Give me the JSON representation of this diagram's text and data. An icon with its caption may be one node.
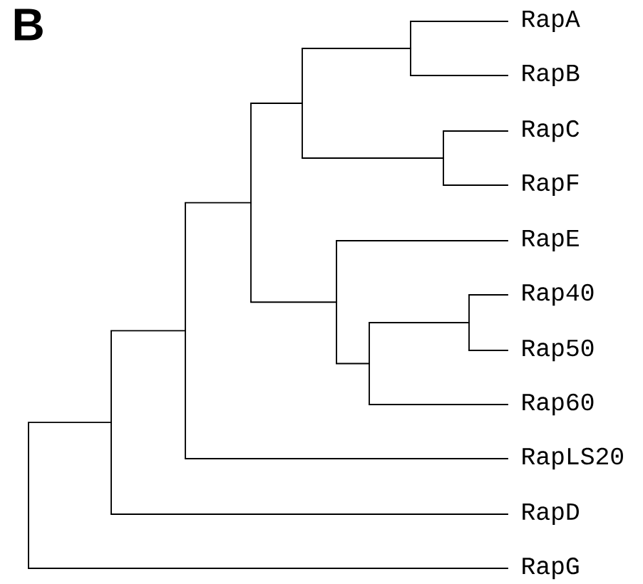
{
  "diagram": {
    "nodes": [
      {
        "text": [
          "RapA"
        ]
      },
      {
        "text": [
          "RapB"
        ]
      },
      {
        "text": [
          "RapC"
        ]
      },
      {
        "text": [
          "RapF"
        ]
      },
      {
        "text": [
          "RapE"
        ]
      },
      {
        "text": [
          "Rap40"
        ]
      },
      {
        "text": [
          "Rap50"
        ]
      },
      {
        "text": [
          "Rap60"
        ]
      },
      {
        "text": [
          "RapLS20"
        ]
      },
      {
        "text": [
          "RapD"
        ]
      },
      {
        "text": [
          "RapG"
        ]
      },
      {
        "text": [],
        "shape": "bar"
      },
      {
        "text": [],
        "shape": "bar"
      },
      {
        "text": [],
        "shape": "bar"
      },
      {
        "text": [],
        "shape": "bar"
      },
      {
        "text": [],
        "shape": "bar"
      },
      {
        "text": [],
        "shape": "bar"
      },
      {
        "text": [],
        "shape": "bar"
      },
      {
        "text": [],
        "shape": "bar"
      },
      {
        "text": [],
        "shape": "bar"
      },
      {
        "text": [],
        "shape": "bar"
      }
    ],
    "edges": [
      {
        "from": 11,
        "to": 12,
        "arrow": "none"
      },
      {
        "from": 11,
        "to": 10,
        "arrow": "none"
      },
      {
        "from": 12,
        "to": 13,
        "arrow": "none"
      },
      {
        "from": 12,
        "to": 9,
        "arrow": "none"
      },
      {
        "from": 13,
        "to": 14,
        "arrow": "none"
      },
      {
        "from": 13,
        "to": 8,
        "arrow": "none"
      },
      {
        "from": 14,
        "to": 15,
        "arrow": "none"
      },
      {
        "from": 14,
        "to": 16,
        "arrow": "none"
      },
      {
        "from": 15,
        "to": 18,
        "arrow": "none"
      },
      {
        "from": 15,
        "to": 19,
        "arrow": "none"
      },
      {
        "from": 18,
        "to": 0,
        "arrow": "none"
      },
      {
        "from": 18,
        "to": 1,
        "arrow": "none"
      },
      {
        "from": 19,
        "to": 2,
        "arrow": "none"
      },
      {
        "from": 19,
        "to": 3,
        "arrow": "none"
      },
      {
        "from": 16,
        "to": 4,
        "arrow": "none"
      },
      {
        "from": 16,
        "to": 17,
        "arrow": "none"
      },
      {
        "from": 17,
        "to": 20,
        "arrow": "none"
      },
      {
        "from": 17,
        "to": 7,
        "arrow": "none"
      },
      {
        "from": 20,
        "to": 5,
        "arrow": "none"
      },
      {
        "from": 20,
        "to": 6,
        "arrow": "none"
      }
    ],
    "labels": [
      "B"
    ]
  }
}
